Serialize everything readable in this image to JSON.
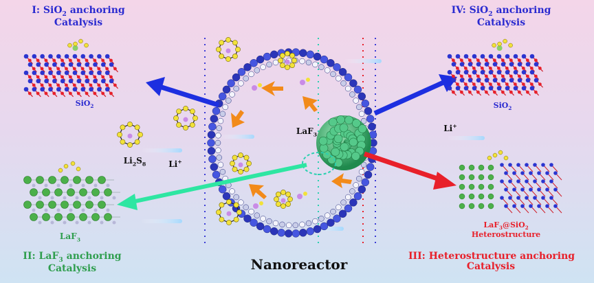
{
  "labels": {
    "i": {
      "prefix": "I: ",
      "sub": "2",
      "suffix": "anchoring",
      "line2": "Catalysis"
    },
    "ii": {
      "prefix": "II: LaF",
      "sub": "3",
      "suffix": "anchoring",
      "line2": "Catalysis"
    },
    "iii": {
      "line1": "III: Heterostructure anchoring",
      "line2": "Catalysis"
    },
    "iv": {
      "prefix": "IV: ",
      "sub": "2",
      "suffix": "anchoring",
      "line2": "Catalysis"
    },
    "sio2_left": {
      "base": "SiO",
      "sub": "2"
    },
    "sio2_right": {
      "base": "SiO",
      "sub": "2"
    },
    "li2s8": {
      "a": "Li",
      "b": "2",
      "c": "S",
      "d": "8"
    },
    "li_ion": {
      "base": "Li",
      "sup": "+"
    },
    "laf3_center": {
      "base": "LaF",
      "sub": "3"
    },
    "laf3_lattice": {
      "base": "LaF",
      "sub": "3"
    },
    "hetero": {
      "a": "LaF",
      "b": "3",
      "c": "@SiO",
      "d": "2",
      "line2": "Heterostructure"
    },
    "nanoreactor": "Nanoreactor"
  },
  "colors": {
    "sio2_arrow": "#1d2fe0",
    "laf3_arrow": "#2ee6a2",
    "hetero_arrow": "#e8202a",
    "laf3_particle": "#2f9e4e",
    "polysulfide": "#f2e23a"
  },
  "icons": [
    "nanoreactor-shell",
    "laf3-nanoparticle",
    "polysulfide-ring",
    "sio2-lattice",
    "laf3-lattice",
    "heterostructure-lattice",
    "li-ion-streak"
  ]
}
